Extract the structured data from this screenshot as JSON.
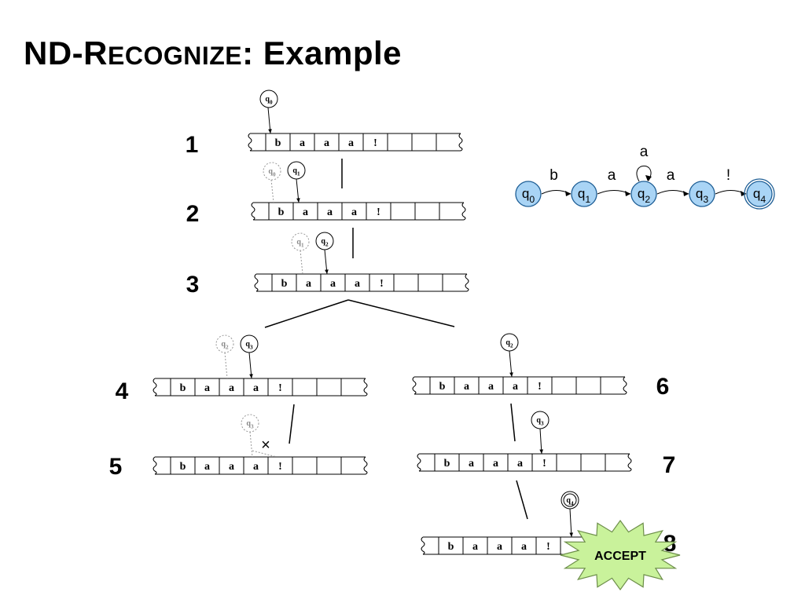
{
  "title": {
    "prefix": "ND-R",
    "smallcaps": "ECOGNIZE",
    "suffix": ": Example"
  },
  "tape_symbols": [
    "b",
    "a",
    "a",
    "a",
    "!"
  ],
  "state_names": [
    "q0",
    "q1",
    "q2",
    "q3",
    "q4"
  ],
  "steps": [
    {
      "number": "1",
      "active": "q0",
      "faded": null
    },
    {
      "number": "2",
      "active": "q1",
      "faded": "q0"
    },
    {
      "number": "3",
      "active": "q2",
      "faded": "q1"
    },
    {
      "number": "4",
      "active": "q3",
      "faded": "q2"
    },
    {
      "number": "5",
      "active": null,
      "faded": "q3",
      "rejected": true
    },
    {
      "number": "6",
      "active": "q2",
      "faded": null
    },
    {
      "number": "7",
      "active": "q3",
      "faded": null
    },
    {
      "number": "8",
      "active": "q4",
      "faded": null,
      "accepting": true
    }
  ],
  "fsa": {
    "states": [
      "q0",
      "q1",
      "q2",
      "q3",
      "q4"
    ],
    "final_state": "q4",
    "transitions": [
      {
        "from": "q0",
        "to": "q1",
        "label": "b"
      },
      {
        "from": "q1",
        "to": "q2",
        "label": "a"
      },
      {
        "from": "q2",
        "to": "q2",
        "label": "a"
      },
      {
        "from": "q2",
        "to": "q3",
        "label": "a"
      },
      {
        "from": "q3",
        "to": "q4",
        "label": "!"
      }
    ],
    "state_color": "#a9d4f5",
    "state_stroke": "#1f5f96"
  },
  "reject_mark": "×",
  "accept_label": "ACCEPT",
  "accept_color": "#c9f29b"
}
